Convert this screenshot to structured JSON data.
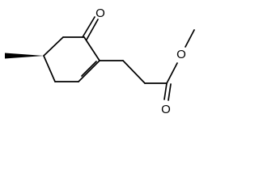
{
  "structure": {
    "atoms": [
      {
        "symbol": "O",
        "role": "ketone-oxygen"
      },
      {
        "symbol": "O",
        "role": "ester-methoxy-oxygen"
      },
      {
        "symbol": "O",
        "role": "ester-carbonyl-oxygen"
      }
    ],
    "stereo_bond": "wedge",
    "colors": {
      "bond": "#000000",
      "label": "#000000",
      "background": "#ffffff"
    }
  }
}
